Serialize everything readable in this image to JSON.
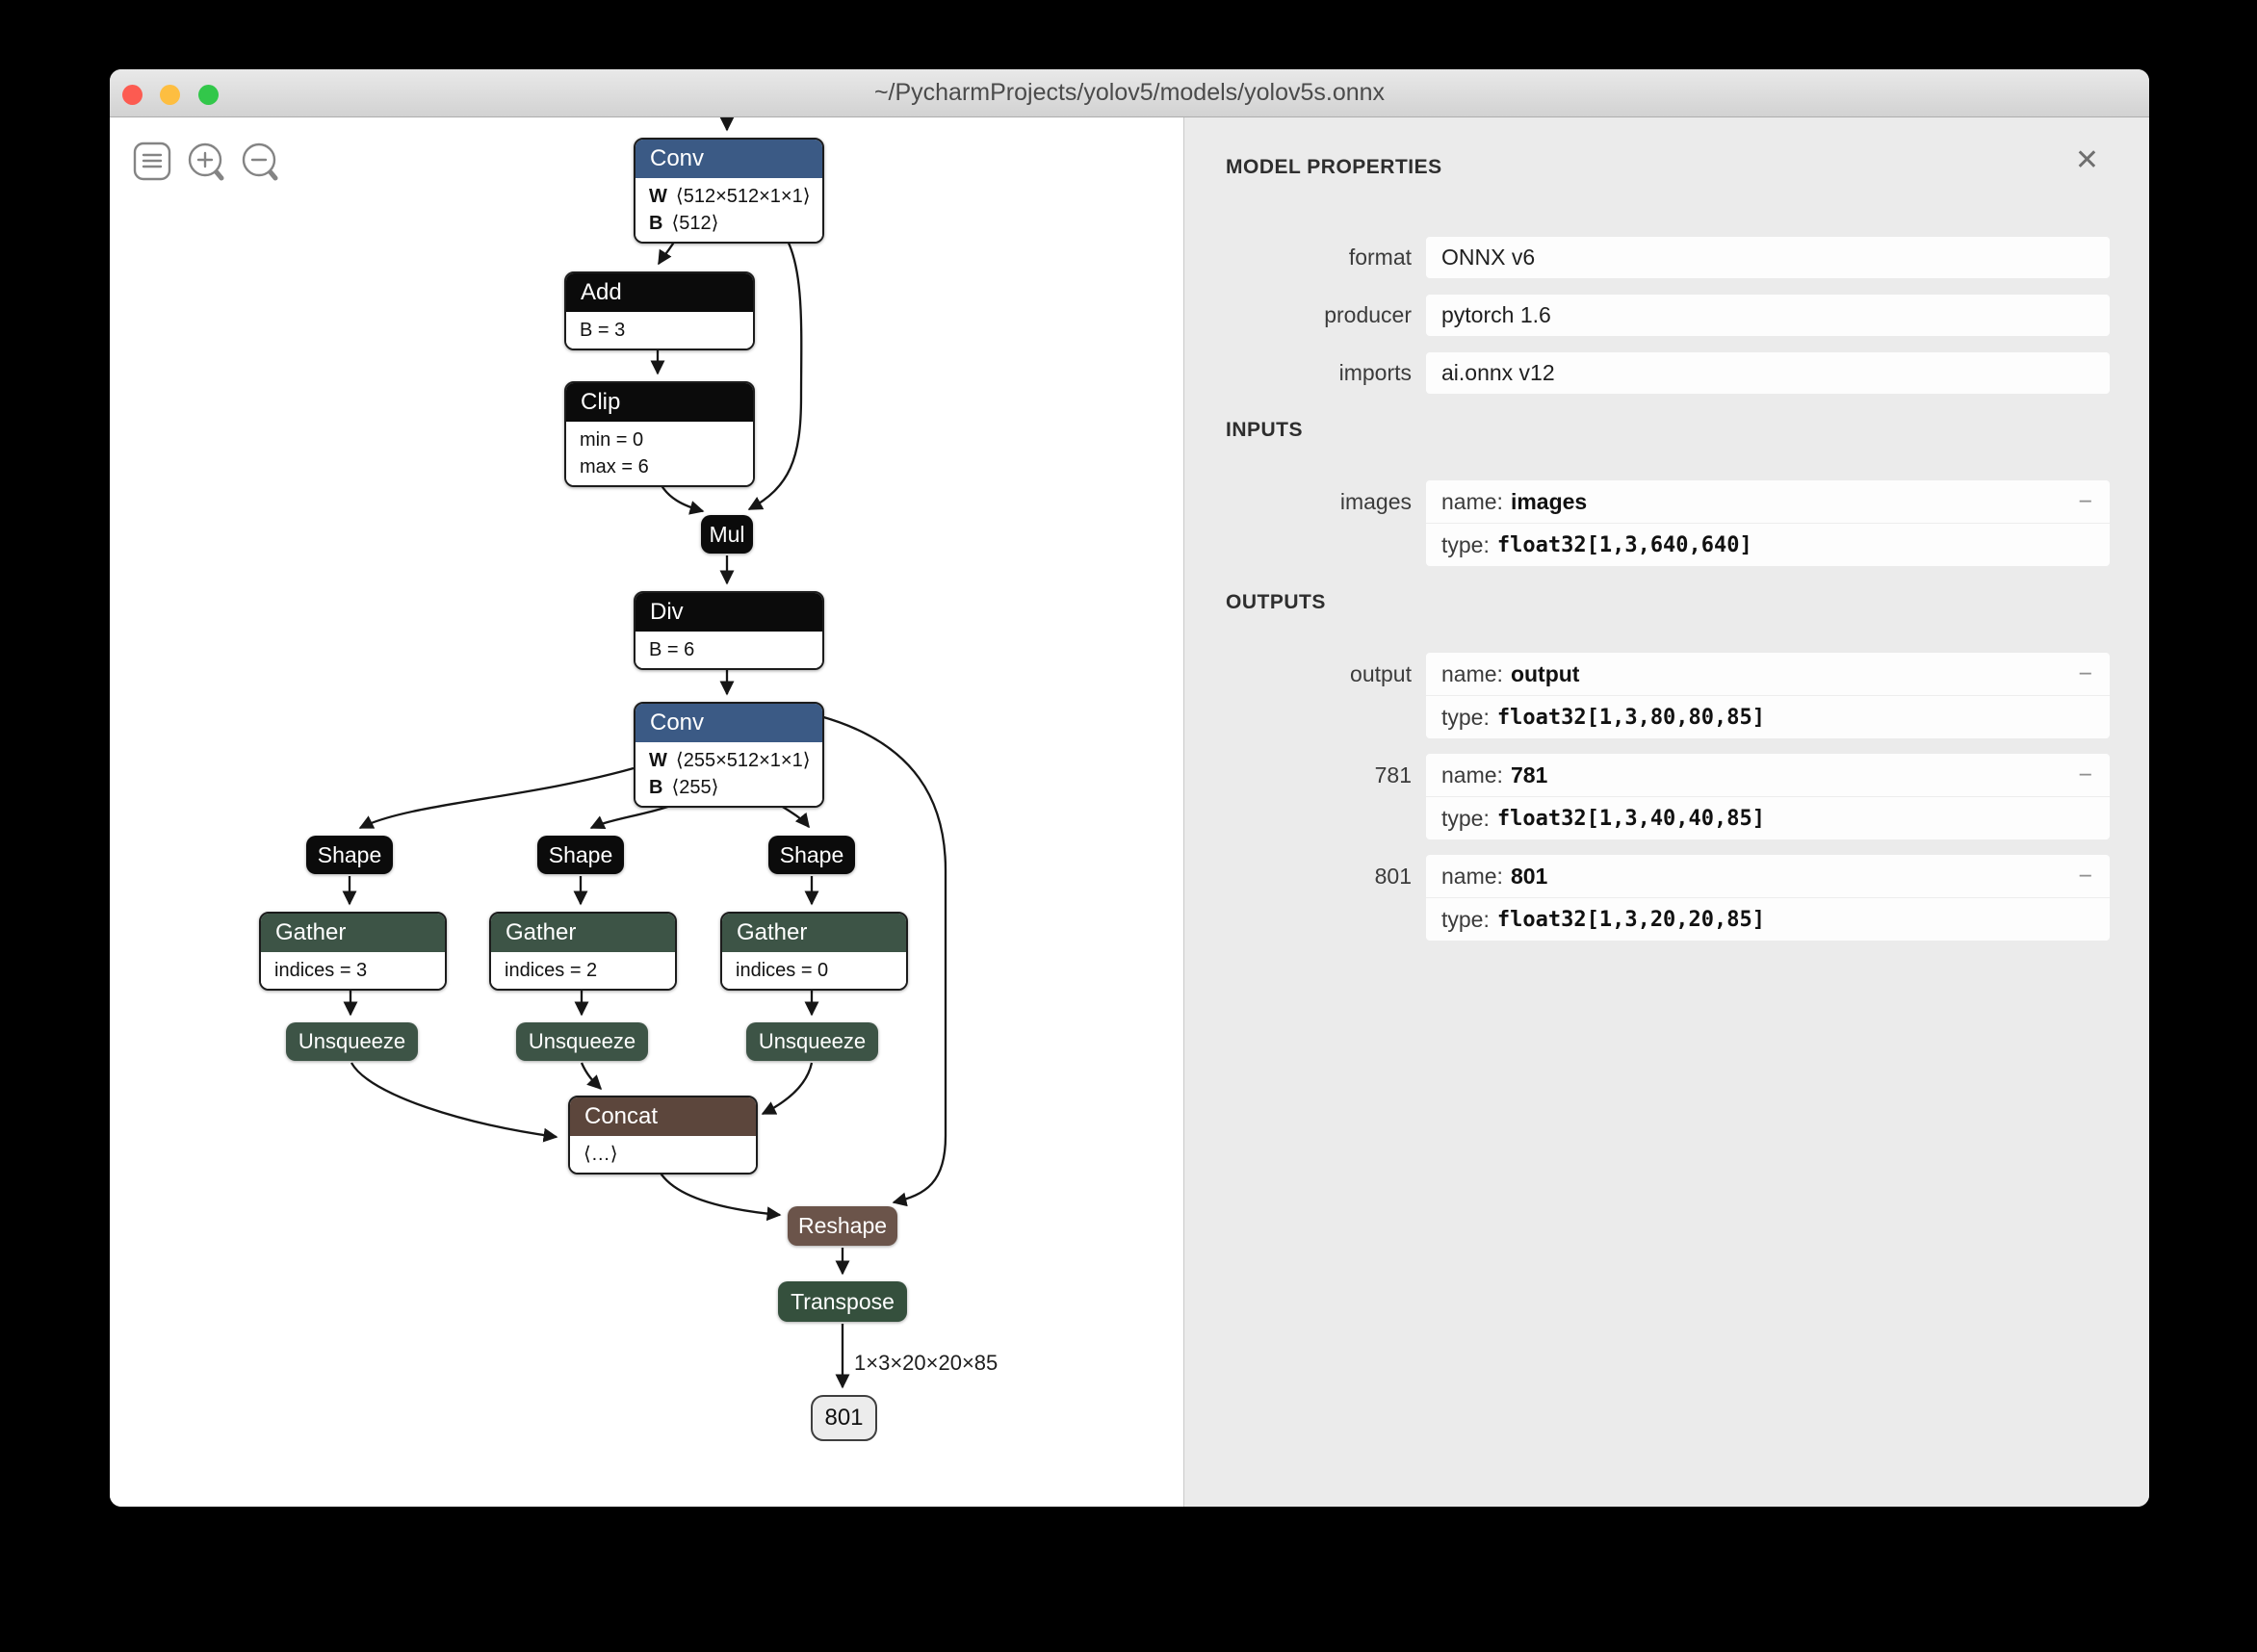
{
  "window": {
    "title": "~/PycharmProjects/yolov5/models/yolov5s.onnx",
    "traffic_lights": {
      "close": "#fc5b51",
      "minimize": "#fdbe41",
      "zoom": "#32c74a"
    }
  },
  "toolbar": {
    "buttons": [
      {
        "icon": "menu-icon"
      },
      {
        "icon": "zoom-in-icon"
      },
      {
        "icon": "zoom-out-icon"
      }
    ]
  },
  "colors": {
    "node_layer_blue": "#3b5a85",
    "node_constant_black": "#0b0b0b",
    "node_transform_green": "#3d5446",
    "node_transpose_green": "#35503d",
    "node_concat_brown": "#5c463c",
    "node_reshape_brown": "#6b544a",
    "canvas_bg": "#ffffff",
    "panel_bg": "#ebebeb"
  },
  "graph": {
    "nodes": [
      {
        "label": "Conv",
        "attrs": [
          {
            "b": "W",
            "t": "⟨512×512×1×1⟩"
          },
          {
            "b": "B",
            "t": "⟨512⟩"
          }
        ]
      },
      {
        "label": "Add",
        "attrs": [
          {
            "b": "",
            "t": "B = 3"
          }
        ]
      },
      {
        "label": "Clip",
        "attrs": [
          {
            "b": "",
            "t": "min = 0"
          },
          {
            "b": "",
            "t": "max = 6"
          }
        ]
      },
      {
        "label": "Mul"
      },
      {
        "label": "Div",
        "attrs": [
          {
            "b": "",
            "t": "B = 6"
          }
        ]
      },
      {
        "label": "Conv",
        "attrs": [
          {
            "b": "W",
            "t": "⟨255×512×1×1⟩"
          },
          {
            "b": "B",
            "t": "⟨255⟩"
          }
        ]
      },
      {
        "label": "Shape"
      },
      {
        "label": "Shape"
      },
      {
        "label": "Shape"
      },
      {
        "label": "Gather",
        "attrs": [
          {
            "b": "",
            "t": "indices = 3"
          }
        ]
      },
      {
        "label": "Gather",
        "attrs": [
          {
            "b": "",
            "t": "indices = 2"
          }
        ]
      },
      {
        "label": "Gather",
        "attrs": [
          {
            "b": "",
            "t": "indices = 0"
          }
        ]
      },
      {
        "label": "Unsqueeze"
      },
      {
        "label": "Unsqueeze"
      },
      {
        "label": "Unsqueeze"
      },
      {
        "label": "Concat",
        "attrs": [
          {
            "b": "",
            "t": "⟨…⟩"
          }
        ]
      },
      {
        "label": "Reshape"
      },
      {
        "label": "Transpose"
      },
      {
        "label": "801"
      }
    ],
    "edge_label": "1×3×20×20×85"
  },
  "panel": {
    "title": "MODEL PROPERTIES",
    "close_label": "✕",
    "properties": [
      {
        "label": "format",
        "value": "ONNX v6"
      },
      {
        "label": "producer",
        "value": "pytorch 1.6"
      },
      {
        "label": "imports",
        "value": "ai.onnx v12"
      }
    ],
    "inputs": {
      "heading": "INPUTS",
      "items": [
        {
          "label": "images",
          "name_label": "name:",
          "name_value": "images",
          "type_label": "type:",
          "type_value": "float32[1,3,640,640]",
          "collapse_label": "−"
        }
      ]
    },
    "outputs": {
      "heading": "OUTPUTS",
      "items": [
        {
          "label": "output",
          "name_label": "name:",
          "name_value": "output",
          "type_label": "type:",
          "type_value": "float32[1,3,80,80,85]",
          "collapse_label": "−"
        },
        {
          "label": "781",
          "name_label": "name:",
          "name_value": "781",
          "type_label": "type:",
          "type_value": "float32[1,3,40,40,85]",
          "collapse_label": "−"
        },
        {
          "label": "801",
          "name_label": "name:",
          "name_value": "801",
          "type_label": "type:",
          "type_value": "float32[1,3,20,20,85]",
          "collapse_label": "−"
        }
      ]
    }
  }
}
